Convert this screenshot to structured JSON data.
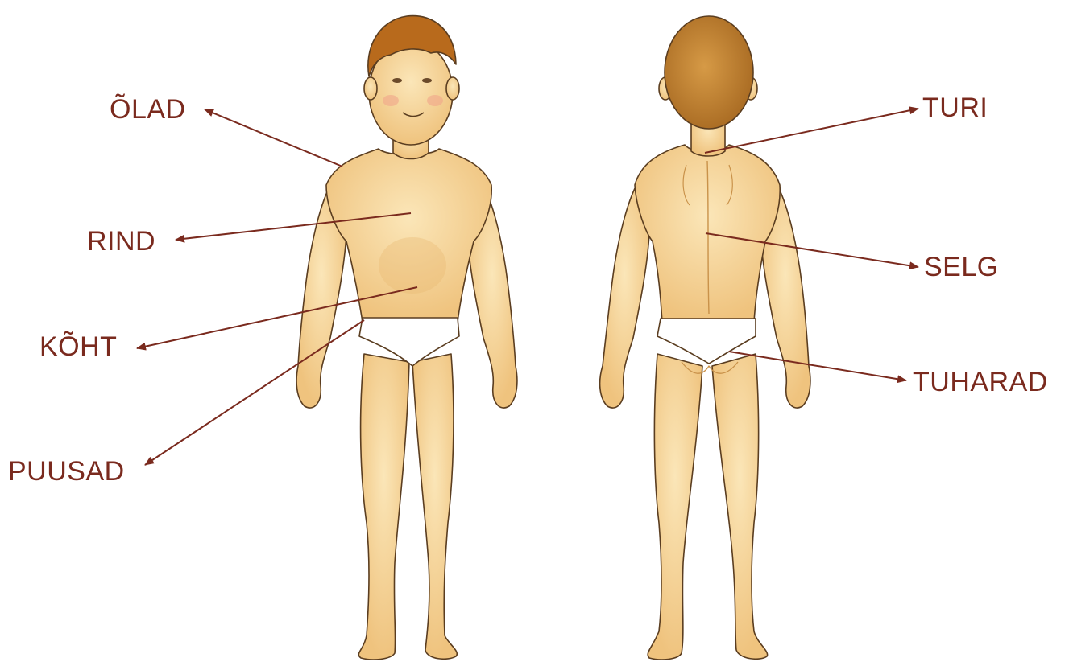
{
  "labels": {
    "shoulders": "ÕLAD",
    "chest": "RIND",
    "belly": "KÕHT",
    "hips": "PUUSAD",
    "nape": "TURI",
    "back": "SELG",
    "buttocks": "TUHARAD"
  },
  "colors": {
    "label_text": "#7a2a1e",
    "arrow": "#7a2a1e",
    "skin": "#f6d9a2",
    "skin_shade": "#e9b870",
    "hair_front": "#b86a1c",
    "hair_back": "#c48432",
    "underwear": "#ffffff",
    "outline": "#5a3d20"
  }
}
